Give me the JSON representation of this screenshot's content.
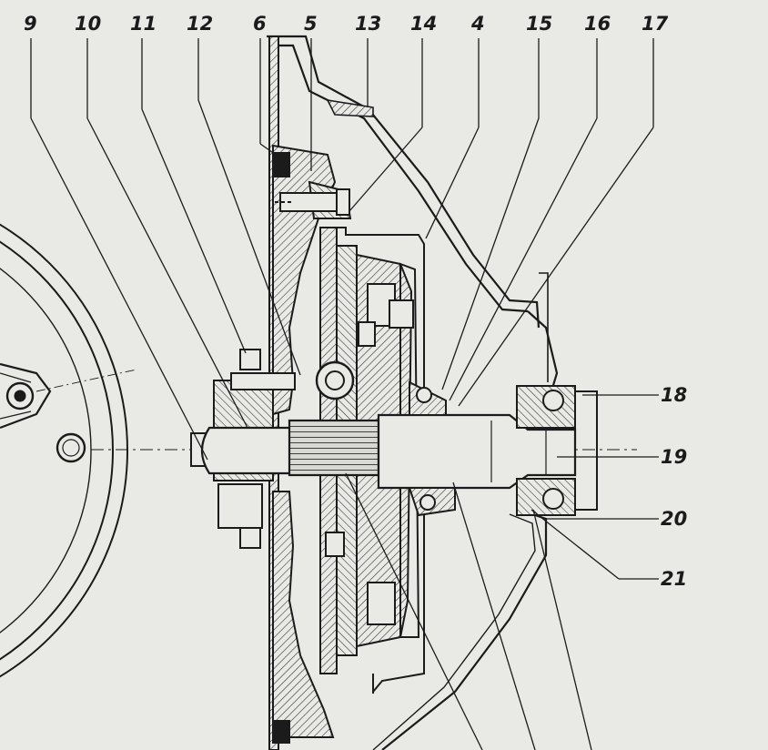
{
  "callouts": {
    "c9": "9",
    "c10": "10",
    "c11": "11",
    "c12": "12",
    "c6": "6",
    "c5": "5",
    "c13": "13",
    "c14": "14",
    "c4": "4",
    "c15": "15",
    "c16": "16",
    "c17": "17",
    "c18": "18",
    "c19": "19",
    "c20": "20",
    "c21": "21"
  },
  "colors": {
    "paper": "#e9e9e6",
    "ink": "#1b1b1b"
  }
}
